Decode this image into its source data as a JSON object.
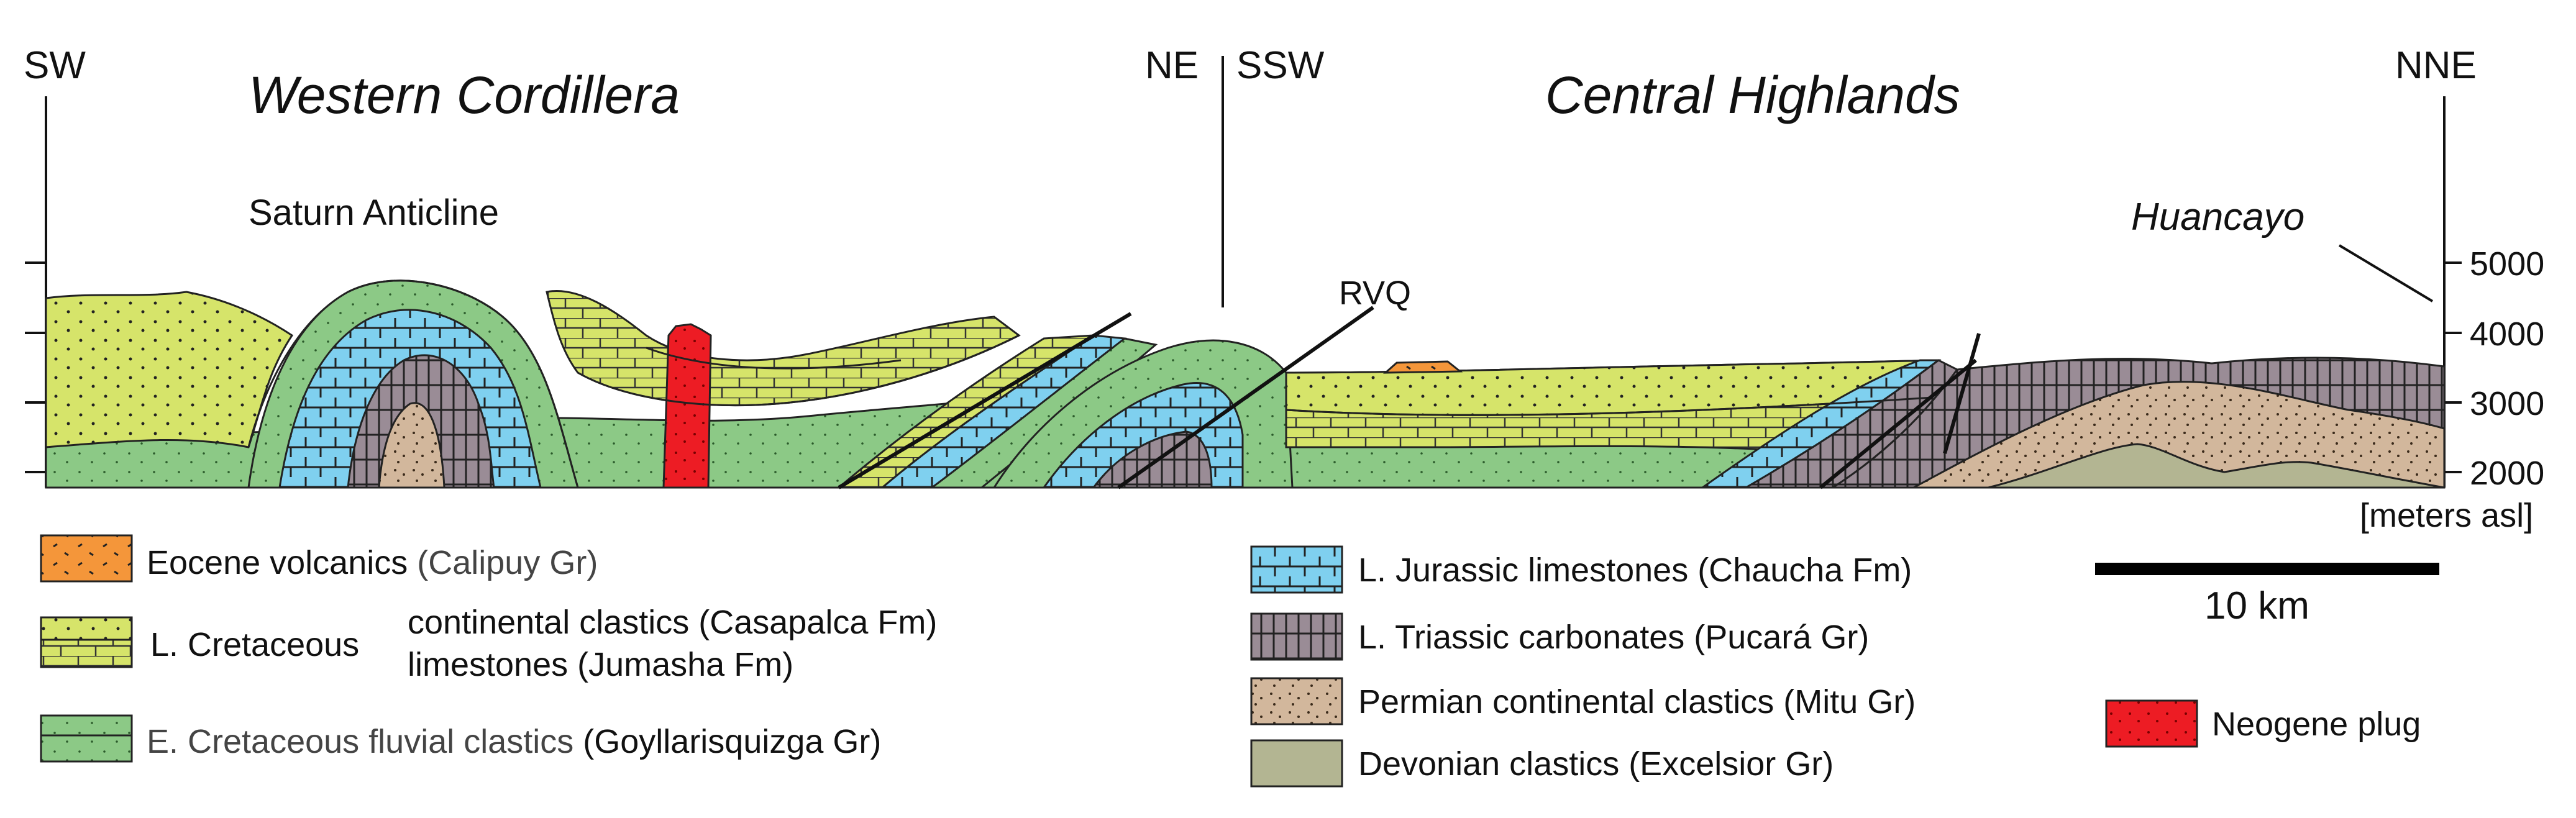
{
  "header": {
    "left_sw": "SW",
    "left_ne": "NE",
    "right_ssw": "SSW",
    "right_nne": "NNE",
    "title_left": "Western Cordillera",
    "title_right": "Central  Highlands"
  },
  "labels": {
    "saturn": "Saturn Anticline",
    "rvq": "RVQ",
    "huancayo": "Huancayo",
    "units": "[meters asl]"
  },
  "elevation_ticks": [
    "5000",
    "4000",
    "3000",
    "2000"
  ],
  "scale_bar": {
    "label": "10 km"
  },
  "legend": {
    "eocene": {
      "name": "Eocene volcanics",
      "group": "(Calipuy Gr)"
    },
    "cretaceous_late": {
      "name": "L. Cretaceous",
      "line1": "continental clastics (Casapalca Fm)",
      "line2": "limestones (Jumasha Fm)"
    },
    "cretaceous_early": {
      "name": "E. Cretaceous fluvial clastics",
      "group": "(Goyllarisquizga Gr)"
    },
    "jurassic": {
      "text": "L. Jurassic limestones (Chaucha Fm)"
    },
    "triassic": {
      "text": "L. Triassic carbonates (Pucará Gr)"
    },
    "permian": {
      "text": "Permian continental clastics (Mitu Gr)"
    },
    "devonian": {
      "text": "Devonian clastics (Excelsior Gr)"
    },
    "neogene": {
      "text": "Neogene plug"
    }
  },
  "colors": {
    "cretaceous_yellow": "#d6e46a",
    "cretaceous_green": "#8cc986",
    "jurassic_blue": "#7fd0ef",
    "triassic_mauve": "#9a8c96",
    "permian_tan": "#d2b79c",
    "devonian_olive": "#b3b592",
    "eocene_orange": "#f4963a",
    "neogene_red": "#ed1c24"
  }
}
